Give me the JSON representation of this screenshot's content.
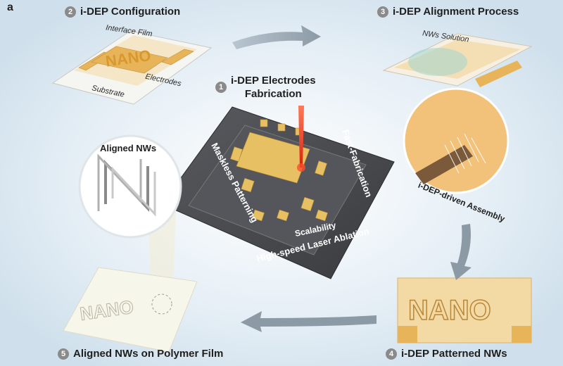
{
  "panel_label": "a",
  "steps": [
    {
      "number": "1",
      "title_line1": "i-DEP Electrodes",
      "title_line2": "Fabrication"
    },
    {
      "number": "2",
      "title": "i-DEP Configuration"
    },
    {
      "number": "3",
      "title": "i-DEP Alignment Process"
    },
    {
      "number": "4",
      "title": "i-DEP Patterned NWs"
    },
    {
      "number": "5",
      "title": "Aligned NWs on Polymer Film"
    }
  ],
  "config_labels": {
    "interface": "Interface Film",
    "electrodes": "Electrodes",
    "substrate": "Substrate",
    "pattern_text": "NANO"
  },
  "alignment_labels": {
    "solution": "NWs Solution",
    "assembly": "i-DEP-driven Assembly"
  },
  "fabrication_labels": {
    "left": "Maskless Patterning",
    "right": "Fast-Fabrication",
    "bottom1": "Scalability",
    "bottom2": "High-speed Laser Ablation"
  },
  "result_labels": {
    "aligned": "Aligned NWs",
    "pattern_text": "NANO"
  },
  "colors": {
    "gold": "#e8b45a",
    "sky": "#dce9f2",
    "chip": "#4a4b4f",
    "laser": "#e0321e"
  }
}
